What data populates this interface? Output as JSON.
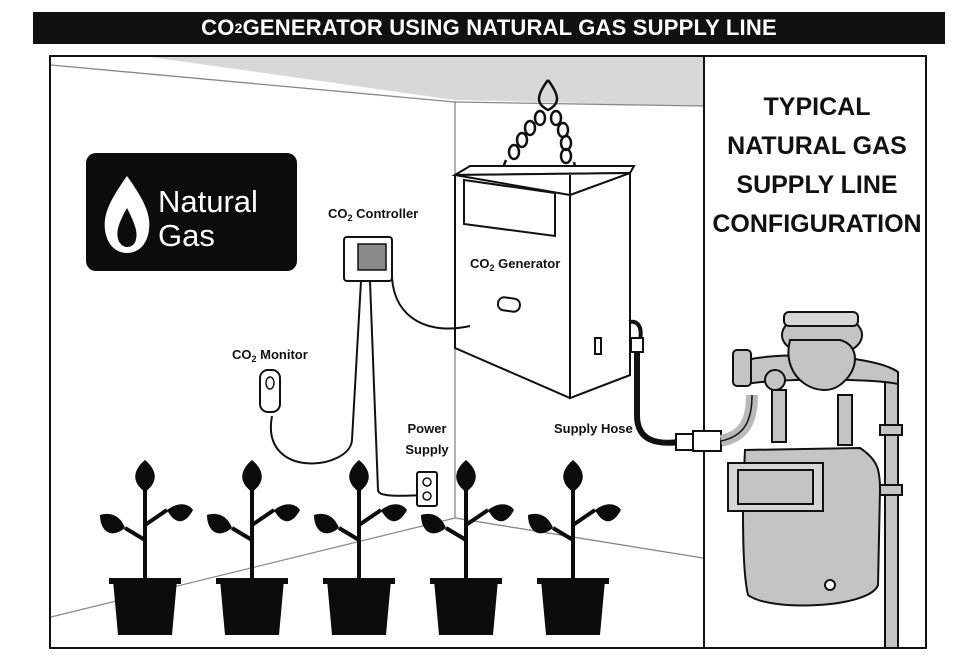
{
  "title": {
    "prefix": "CO",
    "sub": "2",
    "rest": " GENERATOR USING NATURAL GAS SUPPLY LINE"
  },
  "badge": {
    "line1": "Natural",
    "line2": "Gas"
  },
  "side_panel": {
    "lines": [
      "TYPICAL",
      "NATURAL GAS",
      "SUPPLY LINE",
      "CONFIGURATION"
    ]
  },
  "labels": {
    "controller_prefix": "CO",
    "controller_sub": "2",
    "controller_rest": " Controller",
    "generator_prefix": "CO",
    "generator_sub": "2",
    "generator_rest": " Generator",
    "monitor_prefix": "CO",
    "monitor_sub": "2",
    "monitor_rest": " Monitor",
    "power_line1": "Power",
    "power_line2": "Supply",
    "supply_hose": "Supply Hose"
  },
  "colors": {
    "ink": "#111111",
    "ceiling_gray": "#d8d8d8",
    "meter_gray": "#c4c4c4",
    "pipe_gray": "#b9b9b9",
    "display_gray": "#8a8a8a"
  },
  "icons": [
    "flame-icon",
    "plant-icon",
    "gas-meter-icon",
    "outlet-icon"
  ]
}
